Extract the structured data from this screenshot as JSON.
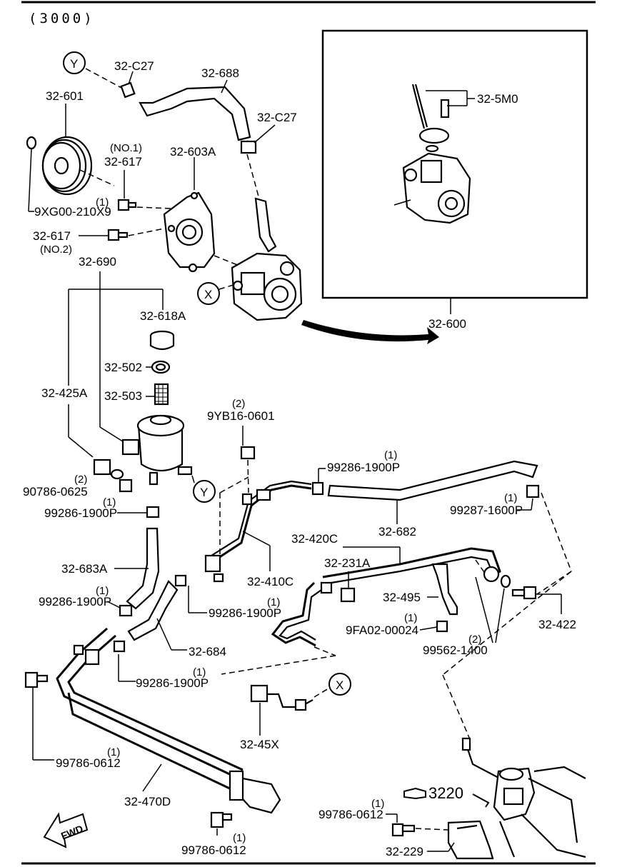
{
  "header": {
    "group_code": "(3000)"
  },
  "callouts": {
    "x": "X",
    "y": "Y"
  },
  "parts": {
    "p32_601": "32-601",
    "p9xg00": "9XG00-210X9",
    "p32_617_no1_note": "(NO.1)",
    "p32_617_no1": "32-617",
    "qty_1_a": "(1)",
    "p32_617_no2": "32-617",
    "p32_617_no2_note": "(NO.2)",
    "p32_c27_top": "32-C27",
    "p32_688": "32-688",
    "p32_c27_right": "32-C27",
    "p32_603a": "32-603A",
    "p32_5m0": "32-5M0",
    "p32_600": "32-600",
    "p32_690": "32-690",
    "p32_618a": "32-618A",
    "p32_502": "32-502",
    "p32_503": "32-503",
    "p32_425a": "32-425A",
    "p9yb16_qty": "(2)",
    "p9yb16": "9YB16-0601",
    "p90786_qty": "(2)",
    "p90786": "90786-0625",
    "p99286_a_qty": "(1)",
    "p99286_a": "99286-1900P",
    "p99286_b_qty": "(1)",
    "p99286_b": "99286-1900P",
    "p32_682": "32-682",
    "p99287_qty": "(1)",
    "p99287": "99287-1600P",
    "p32_420c": "32-420C",
    "p32_231a": "32-231A",
    "p32_683a": "32-683A",
    "p32_410c": "32-410C",
    "p99286_c_qty": "(1)",
    "p99286_c": "99286-1900P",
    "p99286_d_qty": "(1)",
    "p99286_d": "99286-1900P",
    "p32_495": "32-495",
    "p9fa02_qty": "(1)",
    "p9fa02": "9FA02-00024",
    "p32_422": "32-422",
    "p99562_qty": "(2)",
    "p99562": "99562-1400",
    "p32_684": "32-684",
    "p99286_e_qty": "(1)",
    "p99286_e": "99286-1900P",
    "p32_45x": "32-45X",
    "p99786_a_qty": "(1)",
    "p99786_a": "99786-0612",
    "p32_470d": "32-470D",
    "p3220": "3220",
    "p99786_b_qty": "(1)",
    "p99786_b": "99786-0612",
    "p99786_c_qty": "(1)",
    "p99786_c": "99786-0612",
    "p32_229": "32-229",
    "fwd": "FWD"
  }
}
